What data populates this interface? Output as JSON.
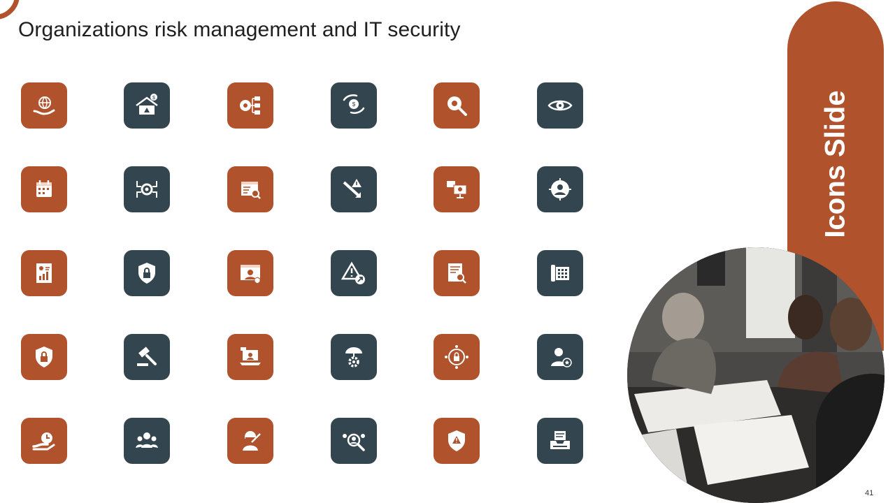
{
  "slide": {
    "title": "Organizations risk management and IT security",
    "side_title": "Icons Slide",
    "page_number": "41"
  },
  "colors": {
    "rust": "#b0522b",
    "slate": "#33454e",
    "text": "#1f1f1f"
  },
  "icons": [
    [
      "globe-hand-icon",
      "house-money-warning-icon",
      "gear-hierarchy-icon",
      "hand-dollar-gear-icon",
      "magnifier-bug-icon",
      "eye-icon"
    ],
    [
      "calendar-icon",
      "gear-circuit-icon",
      "browser-search-icon",
      "warning-down-arrow-icon",
      "monitor-screens-icon",
      "user-target-icon"
    ],
    [
      "report-chart-icon",
      "shield-lock-icon",
      "hacker-browser-icon",
      "warning-arrow-icon",
      "document-search-icon",
      "telephone-icon"
    ],
    [
      "shield-lock-icon",
      "gavel-icon",
      "laptop-user-icon",
      "umbrella-gear-icon",
      "lock-network-icon",
      "user-star-icon"
    ],
    [
      "hand-clock-icon",
      "team-icon",
      "hacker-icon",
      "team-search-icon",
      "shield-warning-icon",
      "inbox-tray-icon"
    ]
  ]
}
